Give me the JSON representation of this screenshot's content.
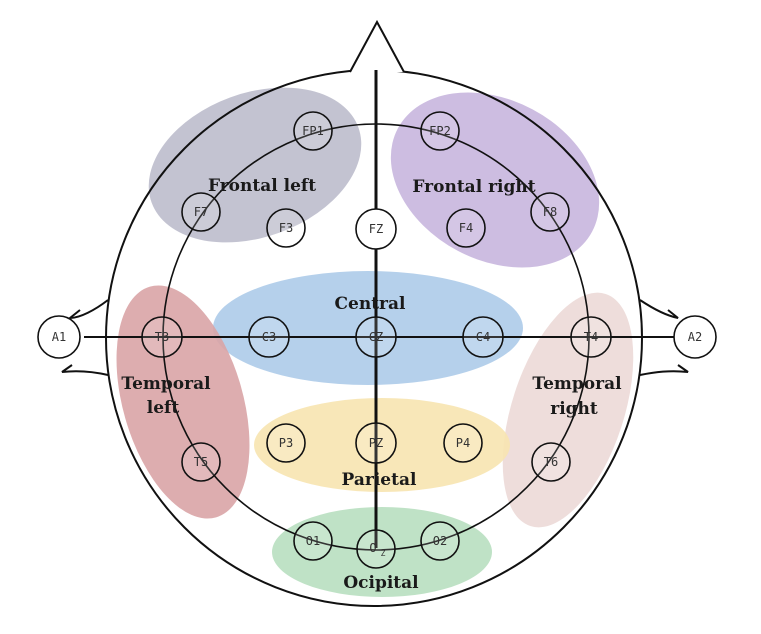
{
  "regions": [
    {
      "id": "frontal-left",
      "color": "#b9b9c9"
    },
    {
      "id": "frontal-right",
      "color": "#c4b2dc"
    },
    {
      "id": "central",
      "color": "#a8c8e8"
    },
    {
      "id": "temporal-left",
      "color": "#d9a4a6"
    },
    {
      "id": "temporal-right",
      "color": "#ecd9d7"
    },
    {
      "id": "parietal",
      "color": "#f7e4b0"
    },
    {
      "id": "occipital",
      "color": "#b8dfc0"
    }
  ],
  "labels": {
    "frontal_left": "Frontal left",
    "frontal_right": "Frontal right",
    "central": "Central",
    "temporal_left_1": "Temporal",
    "temporal_left_2": "left",
    "temporal_right_1": "Temporal",
    "temporal_right_2": "right",
    "parietal": "Parietal",
    "occipital": "Ocipital"
  },
  "electrodes": {
    "fp1": "FP1",
    "fp2": "FP2",
    "f7": "F7",
    "f3": "F3",
    "fz": "FZ",
    "f4": "F4",
    "f8": "F8",
    "a1": "A1",
    "t3": "T3",
    "c3": "C3",
    "cz": "CZ",
    "c4": "C4",
    "t4": "T4",
    "a2": "A2",
    "t5": "T5",
    "p3": "P3",
    "pz": "PZ",
    "p4": "P4",
    "t6": "T6",
    "o1": "O1",
    "oz_main": "O",
    "oz_sub": "Z",
    "o2": "O2"
  },
  "colors": {
    "line": "#111111",
    "electrode_fill": "#ffffff",
    "background": "#ffffff"
  }
}
